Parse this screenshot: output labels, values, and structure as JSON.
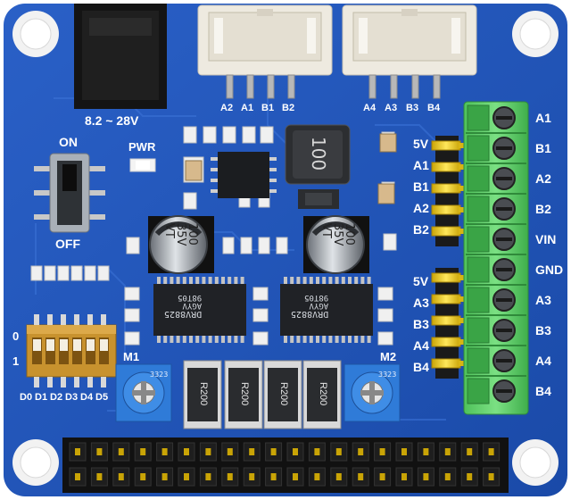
{
  "board": {
    "colors": {
      "pcb": "#1f53b8",
      "terminal": "#5fd06a",
      "header_pins": "#e8c61a",
      "connector": "#f1ede4"
    }
  },
  "labels": {
    "voltage": "8.2 ~ 28V",
    "switch_on": "ON",
    "switch_off": "OFF",
    "power_led": "PWR",
    "connector_left_pins": [
      "A2",
      "A1",
      "B1",
      "B2"
    ],
    "connector_right_pins": [
      "A4",
      "A3",
      "B3",
      "B4"
    ],
    "header_top_pins": [
      "5V",
      "A1",
      "B1",
      "A2",
      "B2"
    ],
    "header_bottom_pins": [
      "5V",
      "A3",
      "B3",
      "A4",
      "B4"
    ],
    "terminal_pins": [
      "A1",
      "B1",
      "A2",
      "B2",
      "VIN",
      "GND",
      "A3",
      "B3",
      "A4",
      "B4"
    ],
    "dip_states": [
      "0",
      "1"
    ],
    "dip_pins": [
      "D0",
      "D1",
      "D2",
      "D3",
      "D4",
      "D5"
    ],
    "motor_1": "M1",
    "motor_2": "M2"
  },
  "components": {
    "inductor": "100",
    "cap_left": [
      "100",
      "35V",
      "VT"
    ],
    "cap_right": [
      "100",
      "35V",
      "VT"
    ],
    "driver_left": [
      "DRV8825",
      "AGYV",
      "98T05"
    ],
    "driver_right": [
      "DRV8825",
      "AGYV",
      "98T05"
    ],
    "resistors": [
      "R200",
      "R200",
      "R200",
      "R200"
    ],
    "pot_left": "3323",
    "pot_right": "3323"
  }
}
